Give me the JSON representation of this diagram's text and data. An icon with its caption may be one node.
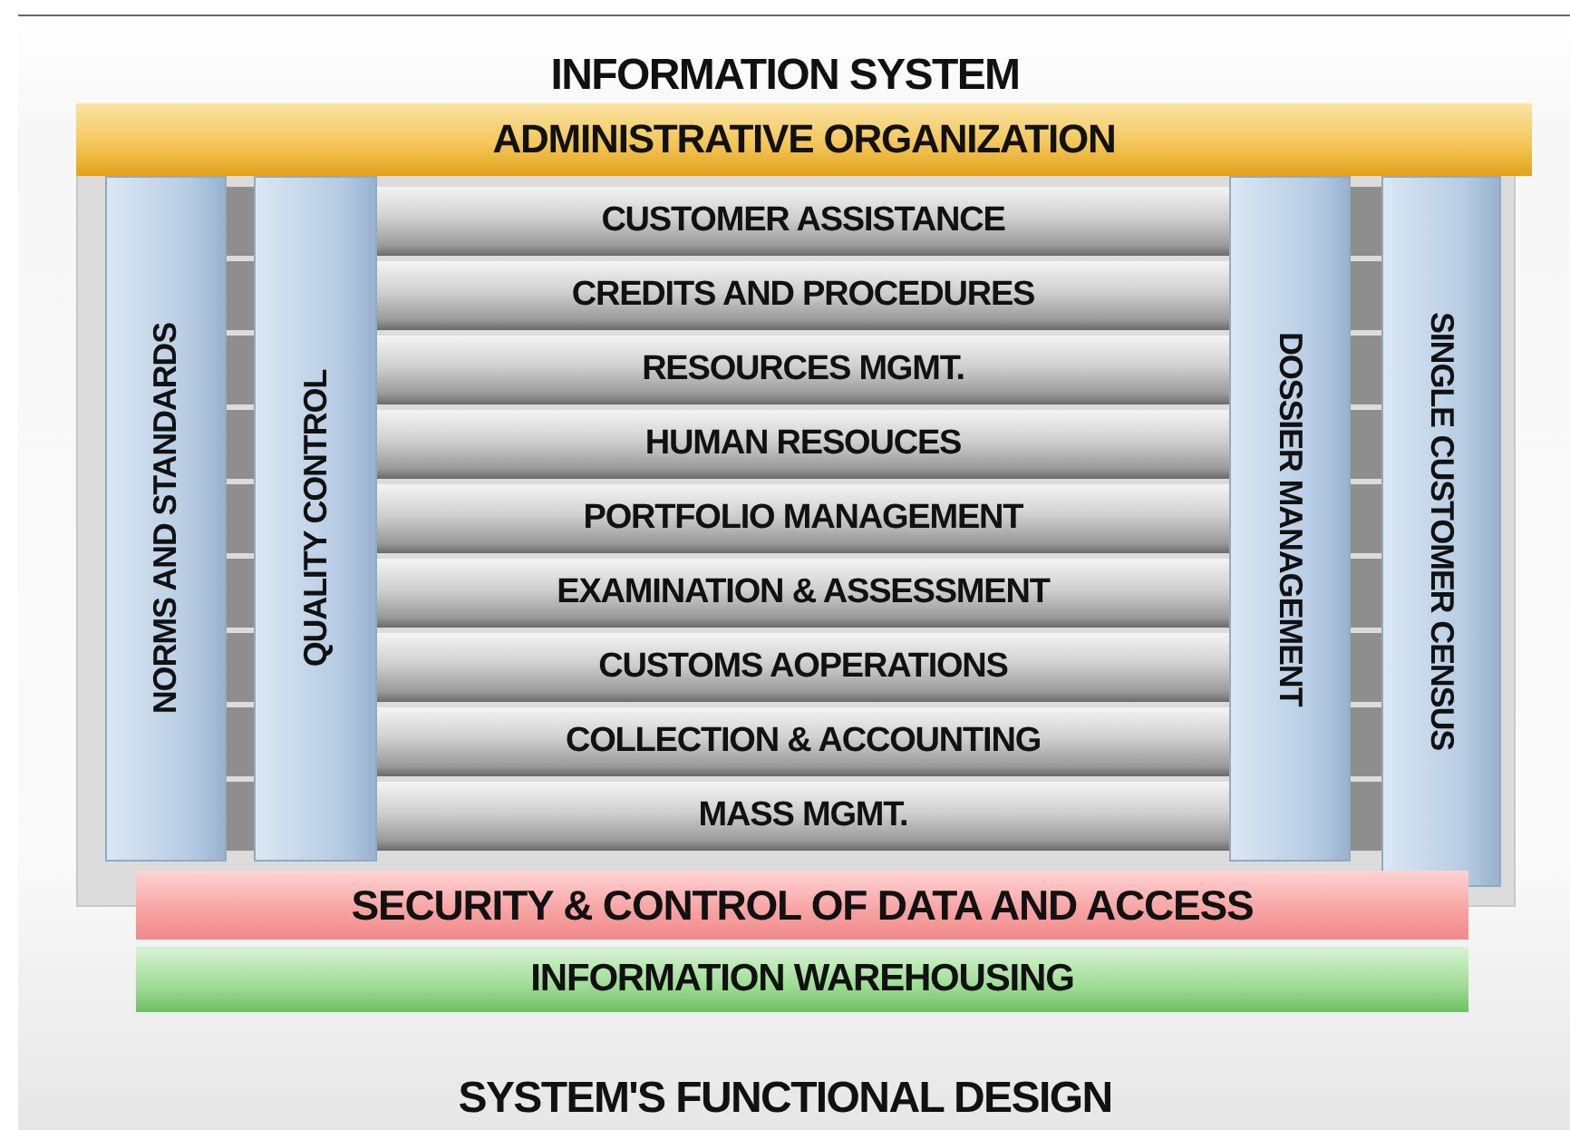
{
  "diagram": {
    "title": "INFORMATION SYSTEM",
    "caption": "SYSTEM'S FUNCTIONAL DESIGN",
    "nodes": [
      {
        "text": [
          "ADMINISTRATIVE ORGANIZATION"
        ]
      },
      {
        "text": [
          "NORMS AND STANDARDS"
        ]
      },
      {
        "text": [
          "QUALITY CONTROL"
        ]
      },
      {
        "text": [
          "CUSTOMER ASSISTANCE"
        ]
      },
      {
        "text": [
          "CREDITS AND PROCEDURES"
        ]
      },
      {
        "text": [
          "RESOURCES MGMT."
        ]
      },
      {
        "text": [
          "HUMAN RESOUCES"
        ]
      },
      {
        "text": [
          "PORTFOLIO MANAGEMENT"
        ]
      },
      {
        "text": [
          "EXAMINATION & ASSESSMENT"
        ]
      },
      {
        "text": [
          "CUSTOMS AOPERATIONS"
        ]
      },
      {
        "text": [
          "COLLECTION & ACCOUNTING"
        ]
      },
      {
        "text": [
          "MASS MGMT."
        ]
      },
      {
        "text": [
          "DOSSIER MANAGEMENT"
        ]
      },
      {
        "text": [
          "SINGLE CUSTOMER CENSUS"
        ]
      },
      {
        "text": [
          "SECURITY & CONTROL OF DATA AND ACCESS"
        ]
      },
      {
        "text": [
          "INFORMATION WAREHOUSING"
        ]
      }
    ]
  }
}
